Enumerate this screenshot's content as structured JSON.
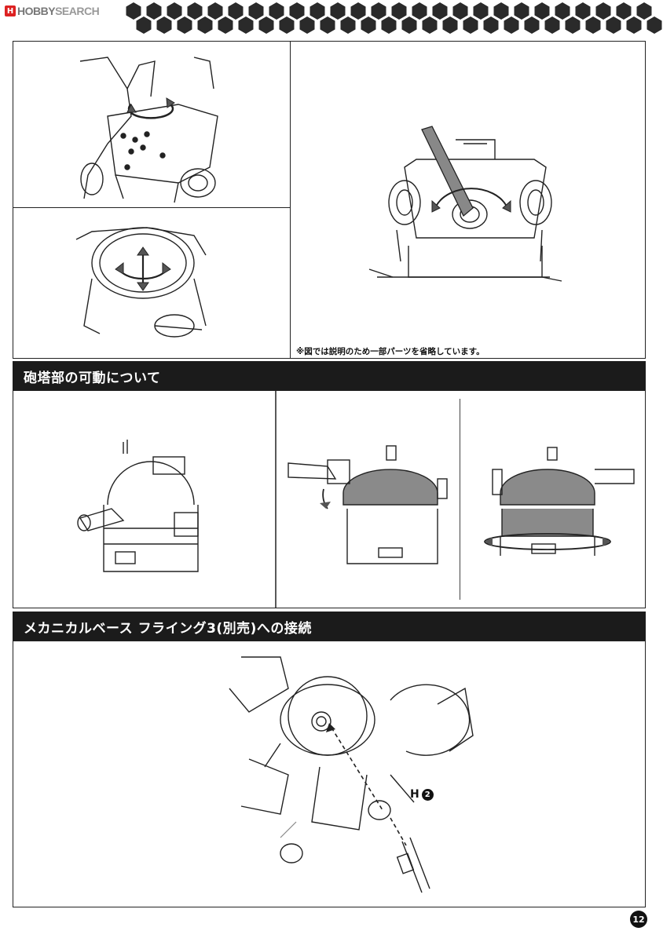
{
  "logo": {
    "mark": "H",
    "text_a": "HOBBY",
    "text_b": "SEARCH"
  },
  "note": "※図では説明のため一部パーツを省略しています。",
  "sections": [
    {
      "title": "砲塔部の可動について"
    },
    {
      "title": "メカニカルベース フライング3(別売)への接続"
    }
  ],
  "part_label": {
    "letter": "H",
    "number": "2"
  },
  "page_number": "12",
  "colors": {
    "bar": "#1b1b1b",
    "hex": "#2a2a2a",
    "turret_fill": "#8a8a8a"
  }
}
